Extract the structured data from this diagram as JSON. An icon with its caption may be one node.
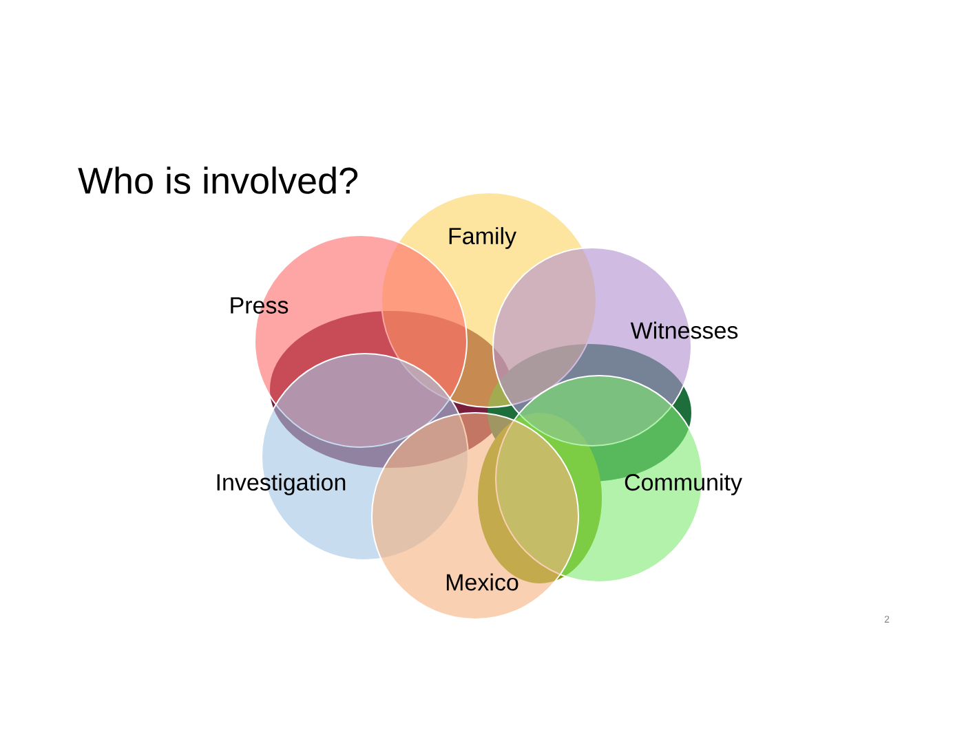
{
  "diagram": {
    "title": "Who is involved?",
    "nodes": [
      {
        "text": [
          "Family"
        ]
      },
      {
        "text": [
          "Press"
        ]
      },
      {
        "text": [
          "Witnesses"
        ]
      },
      {
        "text": [
          "Investigation"
        ]
      },
      {
        "text": [
          "Community"
        ]
      },
      {
        "text": [
          "Mexico"
        ]
      }
    ],
    "labels": [
      "2"
    ]
  }
}
